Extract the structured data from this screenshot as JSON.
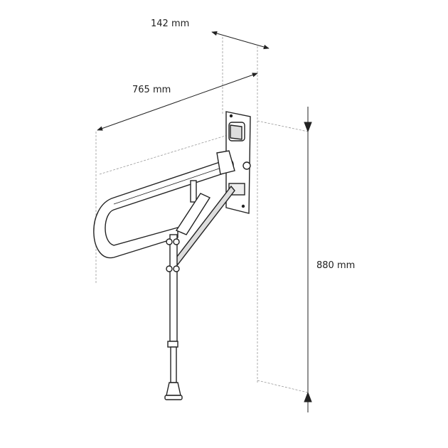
{
  "dimensions": {
    "depth": "142 mm",
    "length": "765 mm",
    "height": "880 mm"
  },
  "colors": {
    "line": "#222222",
    "guide": "#999999"
  }
}
